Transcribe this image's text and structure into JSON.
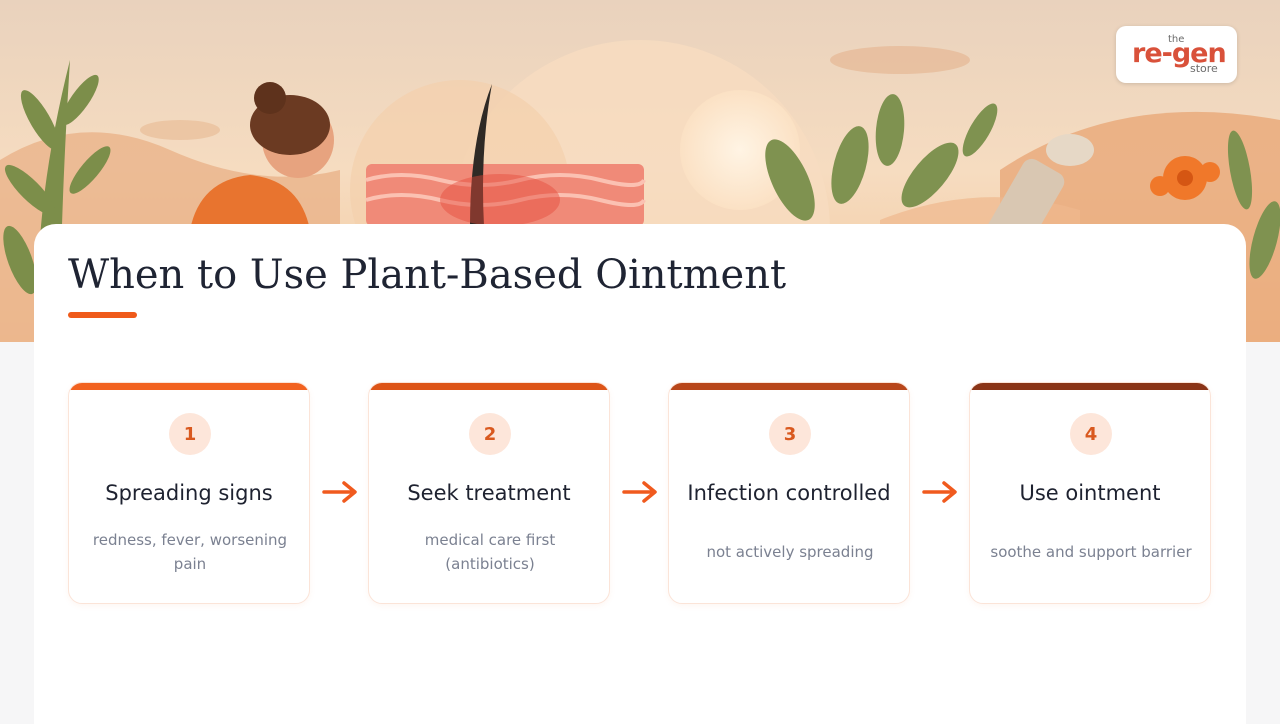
{
  "logo": {
    "top": "the",
    "brand": "re-gen",
    "bottom": "store"
  },
  "title": "When to Use Plant-Based Ointment",
  "steps": [
    {
      "number": "1",
      "heading": "Spreading signs",
      "description": "redness, fever, worsening pain",
      "accent": "#f2621f"
    },
    {
      "number": "2",
      "heading": "Seek treatment",
      "description": "medical care first (antibiotics)",
      "accent": "#dd5417"
    },
    {
      "number": "3",
      "heading": "Infection controlled",
      "description": "not actively spreading",
      "accent": "#b8461a"
    },
    {
      "number": "4",
      "heading": "Use ointment",
      "description": "soothe and support barrier",
      "accent": "#8a3417"
    }
  ],
  "colors": {
    "accent": "#ef5a1a",
    "arrow": "#f05a1e",
    "title": "#1f2433",
    "muted": "#7b8191"
  },
  "icons": {
    "flow_arrow": "arrow-right-icon"
  }
}
